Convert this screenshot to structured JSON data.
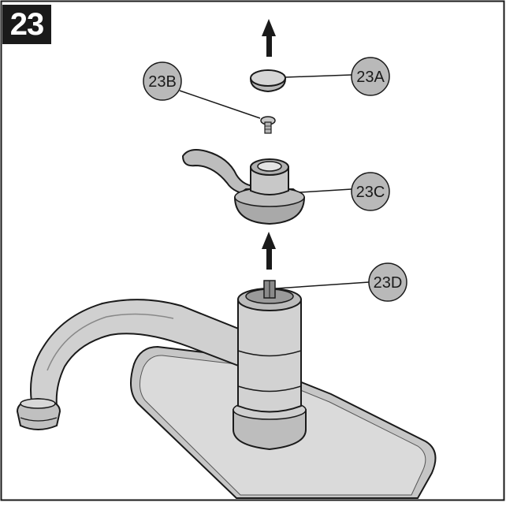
{
  "step": {
    "number": "23"
  },
  "callouts": [
    {
      "id": "23A",
      "label": "23A"
    },
    {
      "id": "23B",
      "label": "23B"
    },
    {
      "id": "23C",
      "label": "23C"
    },
    {
      "id": "23D",
      "label": "23D"
    }
  ],
  "colors": {
    "outline": "#1a1a1a",
    "part_fill": "#d4d4d4",
    "part_shade": "#a8a8a8",
    "callout_fill": "#b9b9b9",
    "badge_bg": "#1a1a1a"
  },
  "icons": {
    "arrow_top": "up-arrow-icon",
    "arrow_middle": "up-arrow-icon"
  }
}
